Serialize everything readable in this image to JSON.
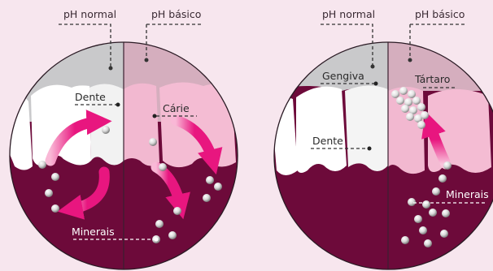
{
  "panel_left": {
    "header_left": "pH normal",
    "header_right": "pH básico",
    "label_tooth": "Dente",
    "label_caries": "Cárie",
    "label_minerals": "Minerais"
  },
  "panel_right": {
    "header_left": "pH normal",
    "header_right": "pH básico",
    "label_gum": "Gengiva",
    "label_tartar": "Tártaro",
    "label_tooth": "Dente",
    "label_minerals": "Minerais"
  },
  "colors": {
    "background": "#f7e6ee",
    "gum_dark": "#6d0a3a",
    "normal_side_sky": "#c9c9cb",
    "basic_side_sky": "#d5aebe",
    "tooth_white": "#ffffff",
    "tooth_pink": "#f2b8d0",
    "arrow_magenta": "#e8167f",
    "mineral_silver": "#d9d9d9"
  }
}
